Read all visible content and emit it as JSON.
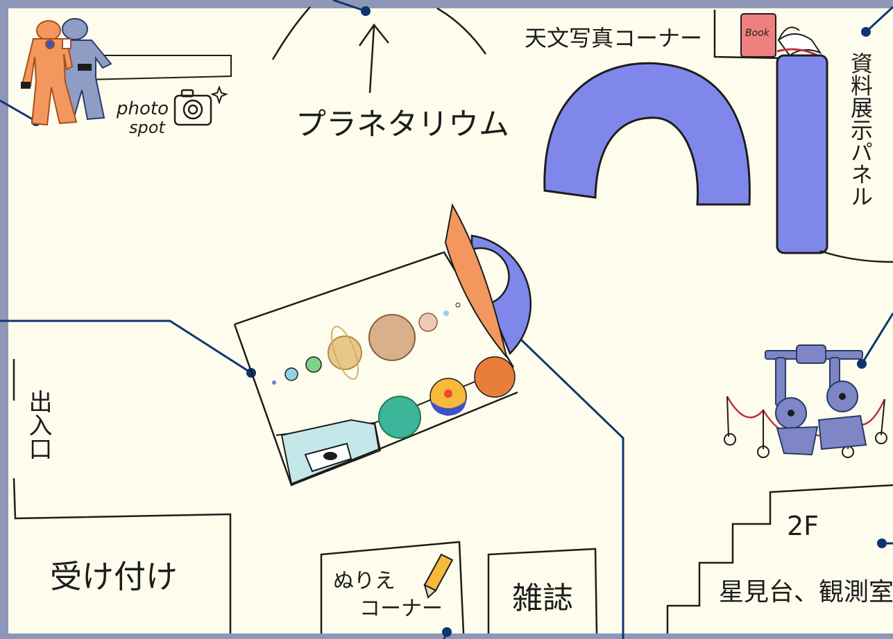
{
  "labels": {
    "photo_spot_line1": "photo",
    "photo_spot_line2": "spot",
    "planetarium": "プラネタリウム",
    "astro_photo_corner": "天文写真コーナー",
    "materials_panel": "資料展示パネル",
    "entrance": "出入口",
    "reception": "受け付け",
    "coloring_corner_line1": "ぬりえ",
    "coloring_corner_line2": "コーナー",
    "magazines": "雑誌",
    "floor": "2F",
    "observatory": "星見台、観測室",
    "book_label": "Book"
  },
  "colors": {
    "paper": "#fefcec",
    "frame": "#8e97b8",
    "connector_line": "#0e3470",
    "display_blue": "#7f88ea",
    "display_blue_dark": "#2d3a99",
    "suit_orange": "#f4975e",
    "suit_grey": "#8e9dc4",
    "book_red": "#f08080",
    "rope_red": "#c0303b",
    "telescope": "#7e86c6"
  },
  "icons": {
    "photo": "camera-icon",
    "book": "book-icon",
    "pencil": "pencil-icon",
    "sparkle": "sparkle-icon"
  }
}
